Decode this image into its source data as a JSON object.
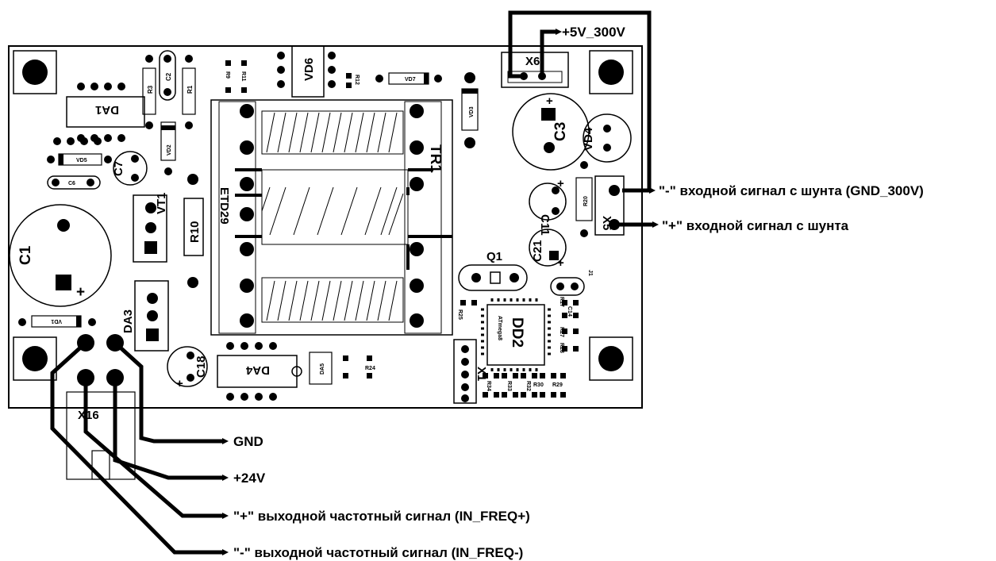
{
  "connectors": {
    "power_hv": "+5V_300V",
    "gnd_300v": "\"-\" входной сигнал с шунта (GND_300V)",
    "shunt_plus": "\"+\" входной сигнал с шунта",
    "gnd": "GND",
    "v24": "+24V",
    "freq_plus": "\"+\" выходной частотный сигнал (IN_FREQ+)",
    "freq_minus": "\"-\" выходной частотный сигнал (IN_FREQ-)"
  },
  "components": {
    "tr1": "TR1",
    "etd29": "ETD29",
    "c1": "C1",
    "c3": "C3",
    "c7": "C7",
    "c11": "C11",
    "c21": "C21",
    "c18": "C18",
    "vd4": "VD4",
    "vd6": "VD6",
    "vt1": "VT1",
    "r10": "R10",
    "da1": "DA1",
    "da3": "DA3",
    "da4": "DA4",
    "da5": "DA5",
    "dd2": "DD2",
    "dd2_chip": "ATmega8",
    "q1": "Q1",
    "x1": "X1",
    "x5": "X5",
    "x6": "X6",
    "x16": "X16",
    "j1": "J1",
    "r1": "R1",
    "r3": "R3",
    "c2": "C2",
    "vd2": "VD2",
    "vd5": "VD5",
    "c6": "C6",
    "vd1": "VD1",
    "r9": "R9",
    "r11": "R11",
    "r12": "R12",
    "vd7": "VD7",
    "vd3": "VD3",
    "r20": "R20",
    "r25": "R25",
    "r17": "R17",
    "c14": "C14",
    "r27": "R27",
    "r28": "R28",
    "r24": "R24",
    "r34": "R34",
    "r33": "R33",
    "r32": "R32",
    "r30": "R30",
    "r29": "R29",
    "plus": "+"
  }
}
